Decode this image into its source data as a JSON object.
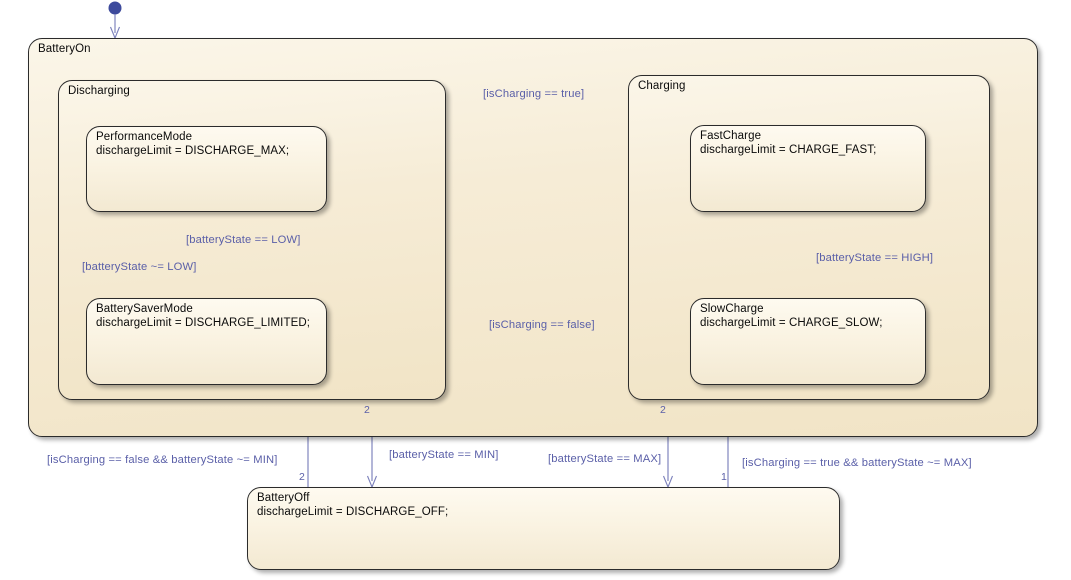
{
  "diagram": {
    "type": "stateflow-chart",
    "title": "BatteryOn state chart",
    "colors": {
      "state_border": "#2b2b2b",
      "superstate_fill": "#f5eada",
      "leafstate_fill": "#fbf4e6",
      "transition": "#7b80bb",
      "transition_text": "#5a5fa8",
      "junction": "#3d4a9c",
      "background": "#ffffff"
    }
  },
  "states": {
    "battery_on": {
      "name": "BatteryOn",
      "action": ""
    },
    "discharging": {
      "name": "Discharging",
      "action": ""
    },
    "charging": {
      "name": "Charging",
      "action": ""
    },
    "performance_mode": {
      "name": "PerformanceMode",
      "action": "dischargeLimit = DISCHARGE_MAX;"
    },
    "battery_saver_mode": {
      "name": "BatterySaverMode",
      "action": "dischargeLimit = DISCHARGE_LIMITED;"
    },
    "fast_charge": {
      "name": "FastCharge",
      "action": "dischargeLimit = CHARGE_FAST;"
    },
    "slow_charge": {
      "name": "SlowCharge",
      "action": "dischargeLimit = CHARGE_SLOW;"
    },
    "battery_off": {
      "name": "BatteryOff",
      "action": "dischargeLimit = DISCHARGE_OFF;"
    }
  },
  "transitions": {
    "to_charging": {
      "label": "[isCharging == true]",
      "order": ""
    },
    "to_discharging": {
      "label": "[isCharging == false]",
      "order": ""
    },
    "saver_to_performance": {
      "label": "[batteryState ~= LOW]",
      "order": ""
    },
    "performance_to_saver": {
      "label": "[batteryState == LOW]",
      "order": ""
    },
    "fast_to_slow": {
      "label": "[batteryState == HIGH]",
      "order": ""
    },
    "off_to_discharging": {
      "label": "[isCharging == false && batteryState ~= MIN]",
      "order": "2"
    },
    "discharging_to_off": {
      "label": "[batteryState == MIN]",
      "order": "2"
    },
    "charging_to_off": {
      "label": "[batteryState == MAX]",
      "order": "2"
    },
    "off_to_charging": {
      "label": "[isCharging == true && batteryState ~= MAX]",
      "order": "1"
    }
  },
  "default_transitions": [
    {
      "name": "battery-on-default"
    },
    {
      "name": "discharging-default"
    },
    {
      "name": "performance-mode-default"
    },
    {
      "name": "fast-charge-default"
    }
  ]
}
